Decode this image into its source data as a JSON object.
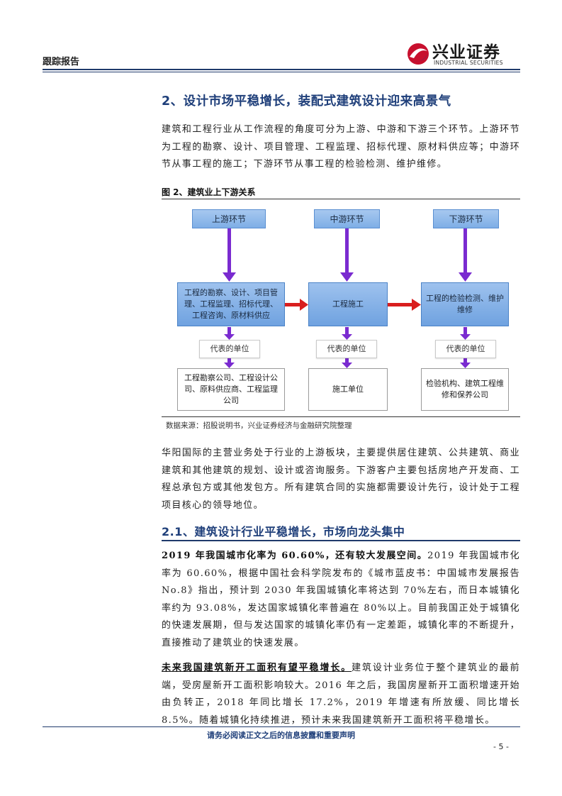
{
  "header": {
    "report_type": "跟踪报告",
    "brand_cn": "兴业证券",
    "brand_en": "INDUSTRIAL SECURITIES"
  },
  "section": {
    "heading": "2、设计市场平稳增长，装配式建筑设计迎来高景气",
    "intro": "建筑和工程行业从工作流程的角度可分为上游、中游和下游三个环节。上游环节为工程的勘察、设计、项目管理、工程监理、招标代理、原材料供应等；中游环节从事工程的施工；下游环节从事工程的检验检测、维护维修。"
  },
  "figure": {
    "title": "图 2、建筑业上下游关系",
    "source": "数据来源：招股说明书，兴业证券经济与金融研究院整理",
    "upstream": {
      "label": "上游环节",
      "activities": "工程的勘察、设计、项目管理、工程监理、招标代理、工程咨询、原材料供应",
      "rep": "代表的单位",
      "units": "工程勘察公司、工程设计公司、原料供应商、工程监理公司"
    },
    "midstream": {
      "label": "中游环节",
      "activities": "工程施工",
      "rep": "代表的单位",
      "units": "施工单位"
    },
    "downstream": {
      "label": "下游环节",
      "activities": "工程的检验检测、维护维修",
      "rep": "代表的单位",
      "units": "检验机构、建筑工程维修和保养公司"
    },
    "colors": {
      "arrow_down": "#7a2bd0",
      "arrow_right": "#d91e1e",
      "box_blue": "#7eaee6"
    }
  },
  "para2": "华阳国际的主营业务处于行业的上游板块，主要提供居住建筑、公共建筑、商业建筑和其他建筑的规划、设计或咨询服务。下游客户主要包括房地产开发商、工程总承包方或其他发包方。所有建筑合同的实施都需要设计先行，设计处于工程项目核心的领导地位。",
  "subsection": {
    "heading": "2.1、建筑设计行业平稳增长，市场向龙头集中",
    "p3_lead": "2019 年我国城市化率为 60.60%，还有较大发展空间。",
    "p3_body": "2019 年我国城市化率为 60.60%，根据中国社会科学院发布的《城市蓝皮书：中国城市发展报告 No.8》指出，预计到 2030 年我国城镇化率将达到 70%左右，而日本城镇化率约为 93.08%，发达国家城镇化率普遍在 80%以上。目前我国正处于城镇化的快速发展期，但与发达国家的城镇化率仍有一定差距，城镇化率的不断提升，直接推动了建筑业的快速发展。",
    "p4_lead": "未来我国建筑新开工面积有望平稳增长。",
    "p4_body": "建筑设计业务位于整个建筑业的最前端，受房屋新开工面积影响较大。2016 年之后，我国房屋新开工面积增速开始由负转正，2018 年同比增长 17.2%，2019 年增速有所放缓、同比增长 8.5%。随着城镇化持续推进，预计未来我国建筑新开工面积将平稳增长。"
  },
  "footer": {
    "disclaimer": "请务必阅读正文之后的信息披露和重要声明",
    "page": "- 5 -"
  }
}
